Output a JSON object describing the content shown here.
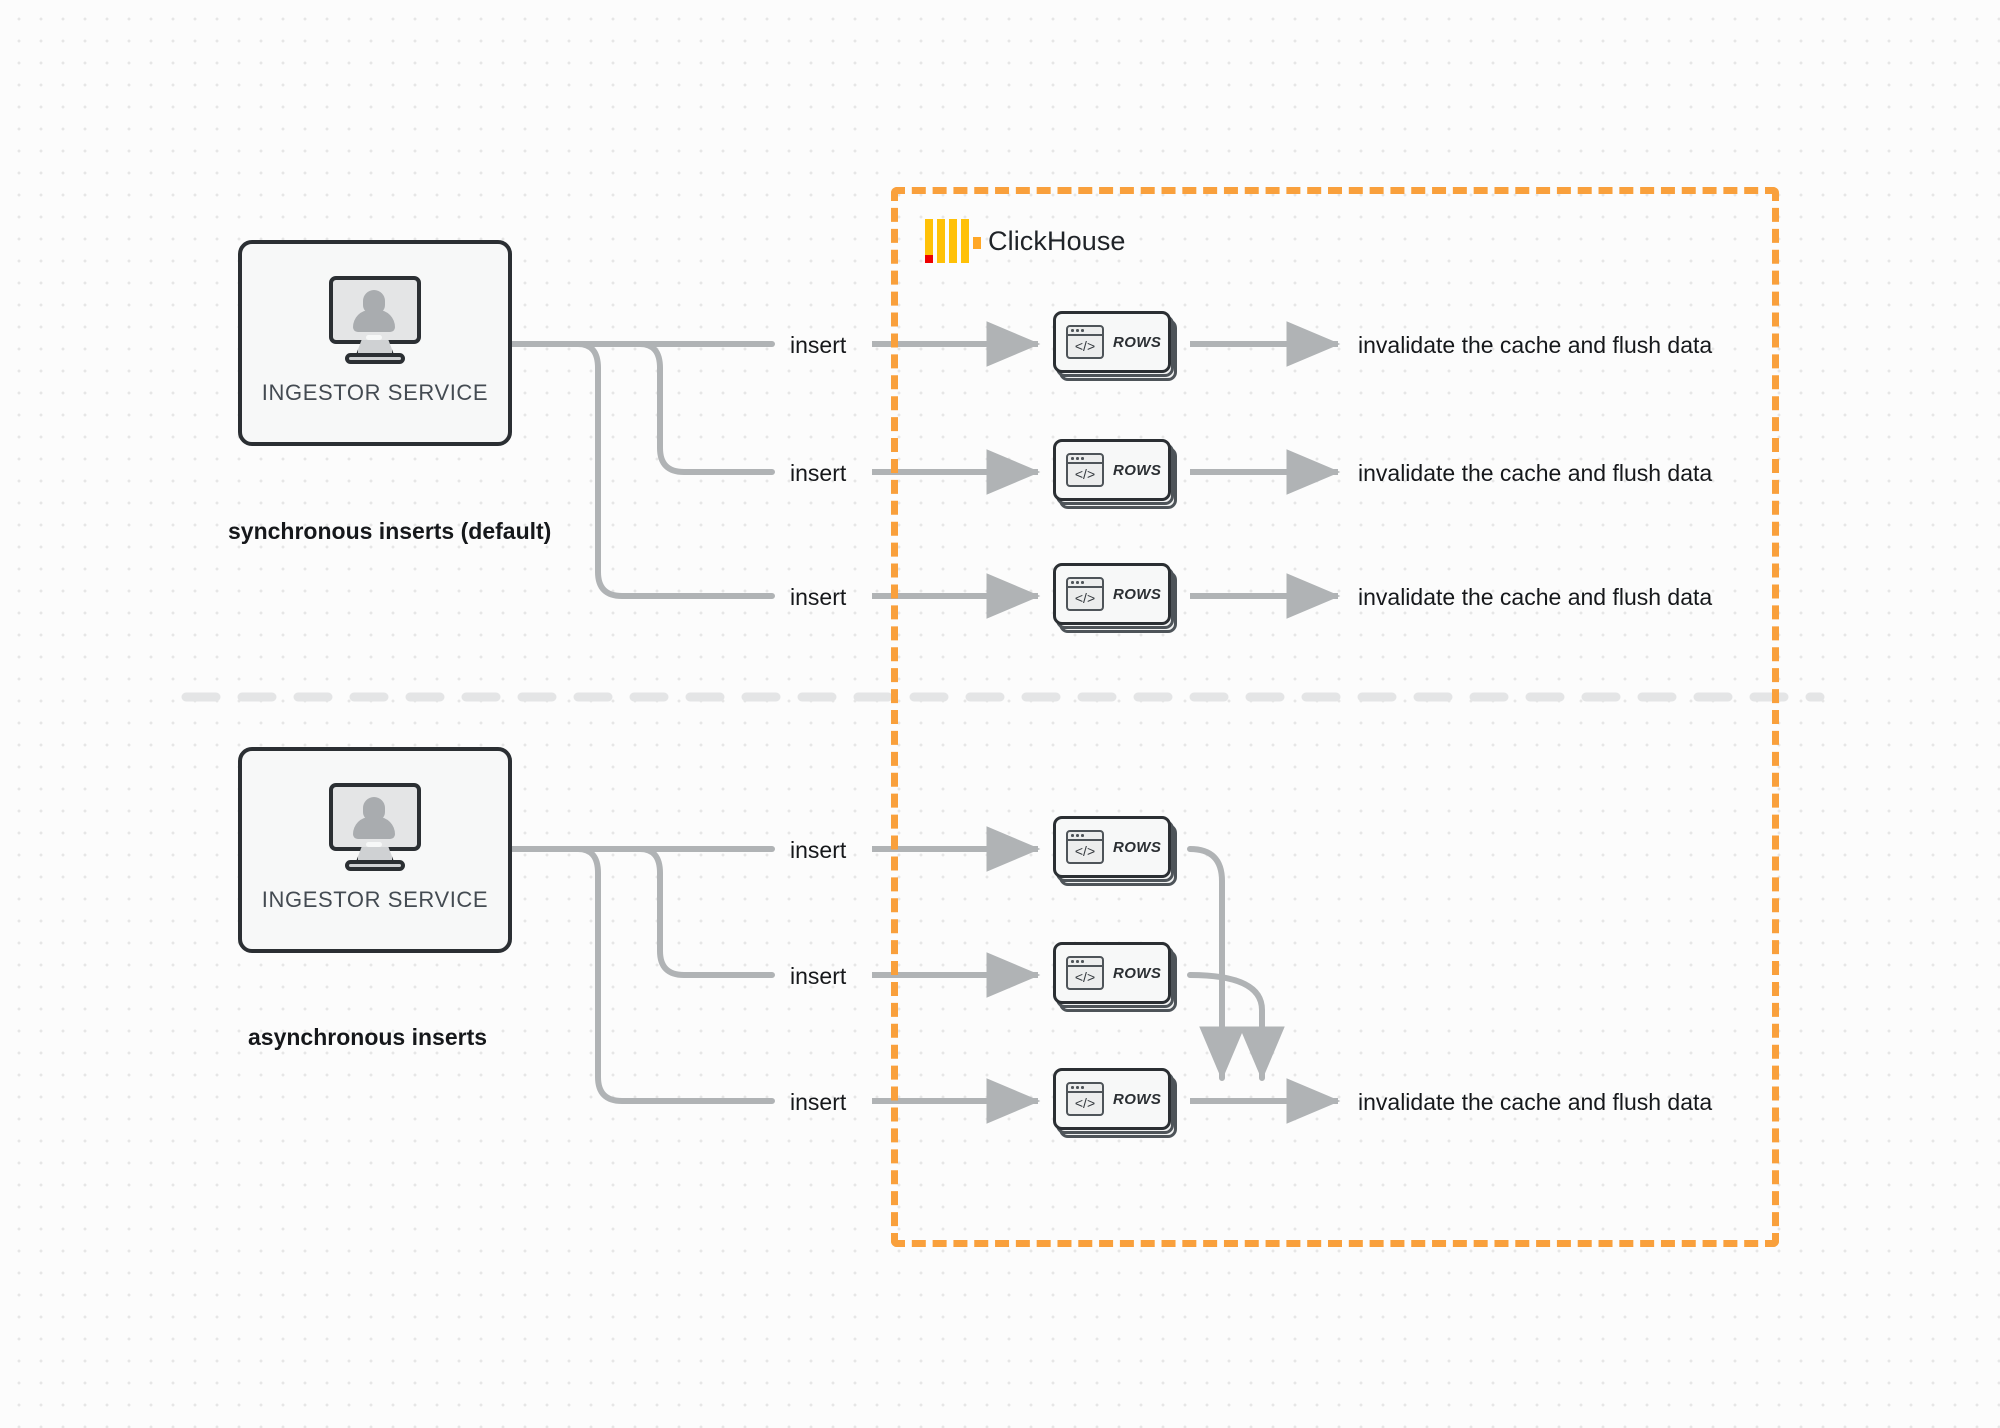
{
  "diagram": {
    "title": "ClickHouse synchronous vs asynchronous inserts",
    "background_color": "#fcfcfc",
    "accent_color": "#f9a03c",
    "edge_color": "#b0b3b5",
    "node_border_color": "#2b2f33"
  },
  "clickhouse_group": {
    "brand_name": "ClickHouse",
    "logo_icon": "clickhouse-logo-icon",
    "border_style": "dashed",
    "border_color": "#f9a03c"
  },
  "sections": [
    {
      "id": "sync",
      "caption": "synchronous inserts (default)",
      "source": {
        "label": "INGESTOR SERVICE",
        "icon": "monitor-user-icon"
      },
      "edges_in": [
        "insert",
        "insert",
        "insert"
      ],
      "targets": [
        {
          "label": "ROWS",
          "icon": "code-window-icon"
        },
        {
          "label": "ROWS",
          "icon": "code-window-icon"
        },
        {
          "label": "ROWS",
          "icon": "code-window-icon"
        }
      ],
      "edges_out": [
        "invalidate the cache and flush data",
        "invalidate the cache and flush data",
        "invalidate the cache and flush data"
      ]
    },
    {
      "id": "async",
      "caption": "asynchronous inserts",
      "source": {
        "label": "INGESTOR SERVICE",
        "icon": "monitor-user-icon"
      },
      "edges_in": [
        "insert",
        "insert",
        "insert"
      ],
      "targets": [
        {
          "label": "ROWS",
          "icon": "code-window-icon"
        },
        {
          "label": "ROWS",
          "icon": "code-window-icon"
        },
        {
          "label": "ROWS",
          "icon": "code-window-icon"
        }
      ],
      "edges_out": [
        "invalidate the cache and flush data"
      ]
    }
  ],
  "divider": {
    "style": "dashed",
    "color": "#e2e3e4"
  }
}
